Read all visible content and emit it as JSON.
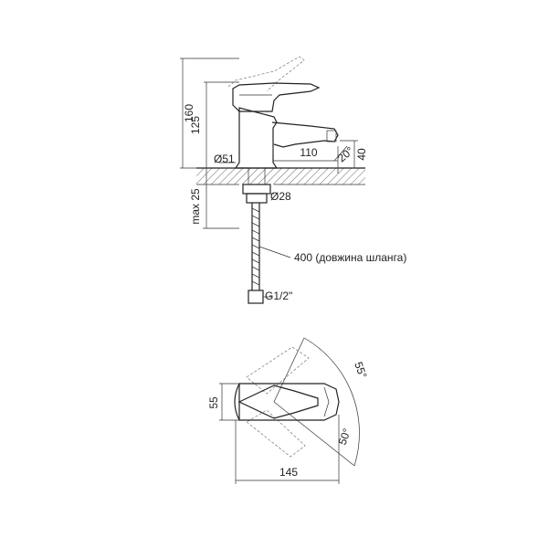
{
  "side_view": {
    "height_total": "160",
    "height_spout": "125",
    "max_thickness": "max 25",
    "spout_reach": "110",
    "spout_angle": "20°",
    "spout_height": "40",
    "base_diameter": "Ø51",
    "shank_diameter": "Ø28",
    "hose_length": "400 (довжина шланга)",
    "thread": "G1/2\""
  },
  "top_view": {
    "depth": "55",
    "length": "145",
    "rotation_left": "55°",
    "rotation_right": "50°"
  }
}
